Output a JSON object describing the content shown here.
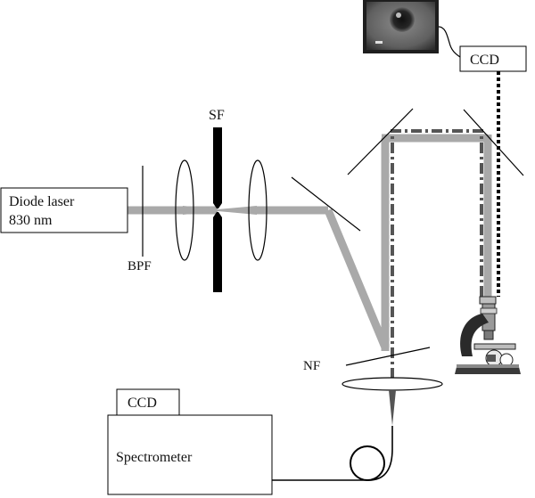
{
  "labels": {
    "laser_line1": "Diode laser",
    "laser_line2": "830 nm",
    "bpf": "BPF",
    "sf": "SF",
    "nf": "NF",
    "ccd_top": "CCD",
    "ccd_bottom": "CCD",
    "spectrometer": "Spectrometer"
  },
  "colors": {
    "beam": "#a9a9a9",
    "dashdot": "#555555",
    "stroke": "#000000"
  }
}
